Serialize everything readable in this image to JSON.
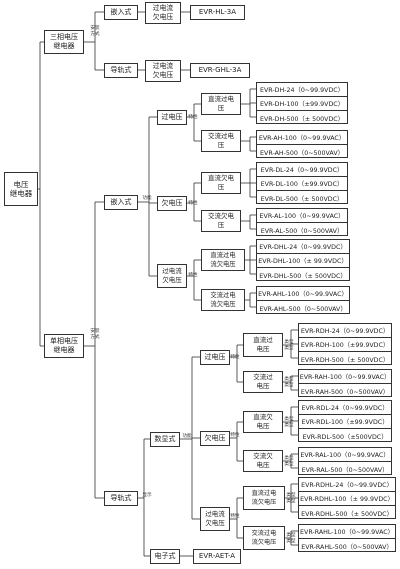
{
  "root": "电压\n继电器",
  "phase3": "三相电压\n继电器",
  "phase1": "单相电压\n继电器",
  "install_note": "安装\n方式",
  "mount_embed": "嵌入式",
  "mount_rail": "导轨式",
  "hl_label": "过电流\n欠电压",
  "hl_model": "EVR-HL-3A",
  "ghl_label": "过电流\n欠电压",
  "ghl_model": "EVR-GHL-3A",
  "func_note": "功能",
  "char_note": "特性",
  "display_note": "显示",
  "sep_note": "类型\n类型",
  "cat_over": "过电压",
  "cat_under": "欠电压",
  "cat_ou": "过电流\n欠电压",
  "dc_over": "直流过电\n压",
  "ac_over": "交流过电\n压",
  "dc_under": "直流欠电\n压",
  "ac_under": "交流欠电\n压",
  "dc_ou": "直流过电\n流欠电压",
  "ac_ou": "交流过电\n流欠电压",
  "t_dh": [
    "EVR-DH-24（0~99.9VDC）",
    "EVR-DH-100（±99.9VDC）",
    "EVR-DH-500（± 500VDC）"
  ],
  "t_ah": [
    "EVR-AH-100（0~99.9VAC）",
    "EVR-AH-500（0~500VAV）"
  ],
  "t_dl": [
    "EVR-DL-24（0~99.9VDC）",
    "EVR-DL-100（±99.9VDC）",
    "EVR-DL-500（± 500VDC）"
  ],
  "t_al": [
    "EVR-AL-100（0~99.9VAC）",
    "EVR-AL-500（0~500VAV）"
  ],
  "t_dhl": [
    "EVR-DHL-24（0~99.9VDC）",
    "EVR-DHL-100（± 99.9VDC）",
    "EVR-DHL-500（± 500VDC）"
  ],
  "t_ahl": [
    "EVR-AHL-100（0~99.9VAC）",
    "EVR-AHL-500（0~500VAV）"
  ],
  "digital": "数显式",
  "electronic": "电子式",
  "aet_model": "EVR-AET-A",
  "r_over": "过电压",
  "r_under": "欠电压",
  "r_ou": "过电流\n欠电压",
  "r_dc_over": "直流过\n电压",
  "r_ac_over": "交流过\n电压",
  "r_dc_under": "直流欠\n电压",
  "r_ac_under": "交流欠\n电压",
  "r_dc_ou": "直流过电\n流欠电压",
  "r_ac_ou": "交流过电\n流欠电压",
  "t_rdh": [
    "EVR-RDH-24（0~99.9VDC）",
    "EVR-RDH-100（±99.9VDC）",
    "EVR-RDH-500（± 500VDC）"
  ],
  "t_rah": [
    "EVR-RAH-100（0~99.9VAC）",
    "EVR-RAH-500（0~500VAV）"
  ],
  "t_rdl": [
    "EVR-RDL-24（0~99.9VDC）",
    "EVR-RDL-100（±99.9VDC）",
    "EVR-RDL-500（±500VDC）"
  ],
  "t_ral": [
    "EVR-RAL-100（0~99.9VAC）",
    "EVR-RAL-500（0~500VAV）"
  ],
  "t_rdhl": [
    "EVR-RDHL-24（0~99.9VDC）",
    "EVR-RDHL-100（± 99.9VDC）",
    "EVR-RDHL-500（± 500VDC）"
  ],
  "t_rahl": [
    "EVR-RAHL-100（0~99.9VAC）",
    "EVR-RAHL-500（0~500VAV）"
  ]
}
